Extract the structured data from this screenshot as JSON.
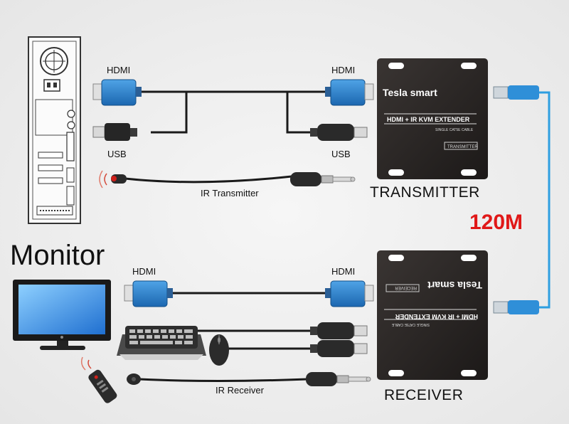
{
  "labels": {
    "hdmi": "HDMI",
    "usb": "USB",
    "ir_transmitter": "IR Transmitter",
    "ir_receiver": "IR Receiver",
    "transmitter": "TRANSMITTER",
    "receiver": "RECEIVER",
    "monitor": "Monitor",
    "distance": "120M"
  },
  "device": {
    "brand": "Tesla smart",
    "product": "HDMI + IR KVM EXTENDER",
    "sub": "SINGLE CAT5E CABLE",
    "tx_tag": "TRANSMITTER",
    "rx_tag": "RECEIVER"
  },
  "colors": {
    "hdmi_blue": "#1f79c6",
    "cat_cable": "#2f9fe0",
    "accent_red": "#e01818",
    "device_body": "#2a2624"
  }
}
